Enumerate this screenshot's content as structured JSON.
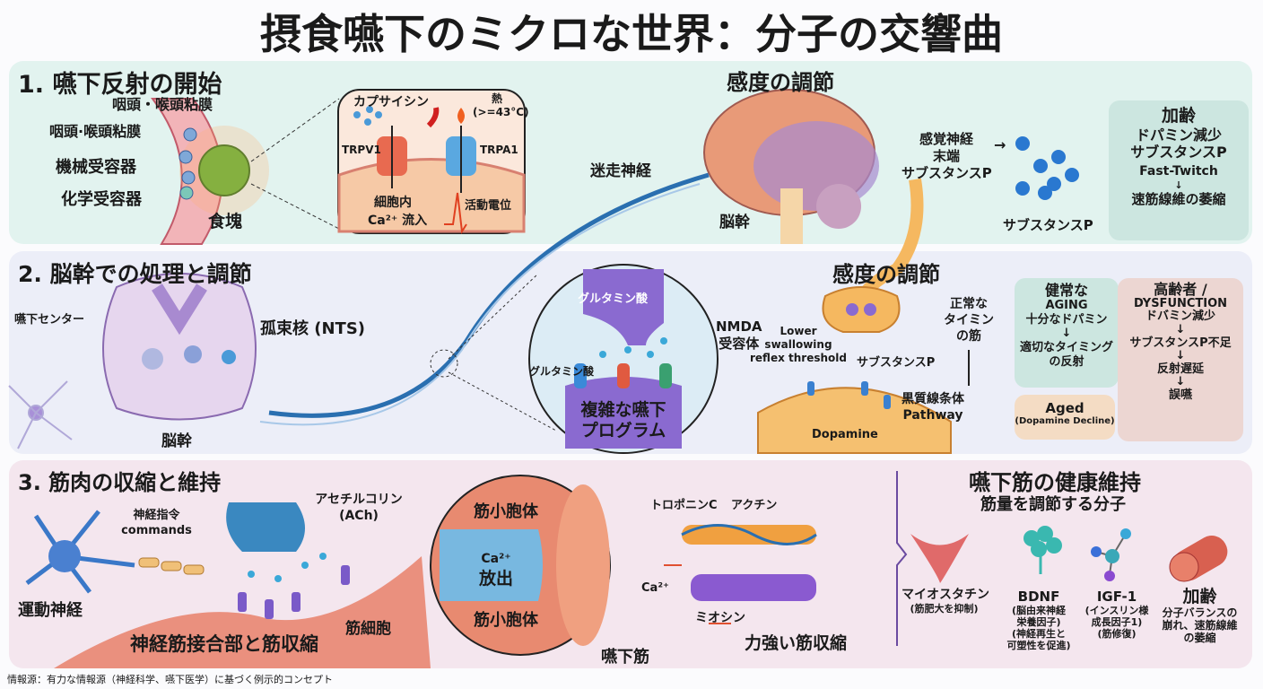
{
  "title": "摂食嚥下のミクロな世界：分子の交響曲",
  "section1": {
    "heading": "1. 嚥下反射の開始",
    "mucosa_top": "咽頭・喉頭粘膜",
    "mucosa": "咽頭·喉頭粘膜",
    "mechanoreceptor": "機械受容器",
    "chemoreceptor": "化学受容器",
    "bolus": "食塊",
    "inset": {
      "capsaicin": "カプサイシン",
      "heat": "熱",
      "heat_temp": "(>=43°C)",
      "trpv1": "TRPV1",
      "trpa1": "TRPA1",
      "intracellular": "細胞内",
      "ca_influx": "Ca²⁺ 流入",
      "action_potential": "活動電位"
    },
    "vagus": "迷走神経",
    "sensitivity_heading": "感度の調節",
    "brainstem": "脳幹",
    "sensory_nerve": "感覚神経",
    "terminal": "末端",
    "substance_p_label": "サブスタンスP",
    "substance_p_dots": "サブスタンスP",
    "aging_box": [
      "加齢",
      "ドパミン減少",
      "サブスタンスP",
      "Fast-Twitch",
      "↓",
      "速筋線維の萎縮"
    ]
  },
  "section2": {
    "heading": "2. 脳幹での処理と調節",
    "swallow_center": "嚥下センター",
    "nts": "孤束核 (NTS)",
    "brainstem": "脳幹",
    "glutamate_top": "グルタミン酸",
    "glutamate_left": "グルタミン酸",
    "nmda": [
      "NMDA",
      "受容体"
    ],
    "program": [
      "複雑な嚥下",
      "プログラム"
    ],
    "sensitivity_heading": "感度の調節",
    "threshold": [
      "Lower",
      "swallowing",
      "reflex threshold"
    ],
    "substance_p": "サブスタンスP",
    "normal_timing": [
      "正常な",
      "タイミン",
      "の筋"
    ],
    "pathway": [
      "黒質線条体",
      "Pathway"
    ],
    "dopamine": "Dopamine",
    "healthy_box": [
      "健常な",
      "AGING",
      "十分なドパミン",
      "↓",
      "適切なタイミング",
      "の反射"
    ],
    "aged_box": [
      "Aged",
      "(Dopamine Decline)"
    ],
    "elderly_box": [
      "高齢者 /",
      "DYSFUNCTION",
      "ドバミン減少",
      "↓",
      "サブスタンスP不足",
      "↓",
      "反射遅延",
      "↓",
      "誤嚥"
    ]
  },
  "section3": {
    "heading": "3. 筋肉の収縮と維持",
    "command": [
      "神経指令",
      "commands"
    ],
    "motor_nerve": "運動神経",
    "ach": [
      "アセチルコリン",
      "(ACh)"
    ],
    "muscle_cell": "筋細胞",
    "nmj": "神経筋接合部と筋収縮",
    "sr_top": "筋小胞体",
    "ca_release": [
      "Ca²⁺",
      "放出"
    ],
    "sr_bottom": "筋小胞体",
    "swallow_muscle": "嚥下筋",
    "ca": "Ca²⁺",
    "troponin": "トロポニンC",
    "actin": "アクチン",
    "myosin": "ミオシン",
    "contraction": "力強い筋収縮",
    "health_heading": "嚥下筋の健康維持",
    "health_sub": "筋量を調節する分子",
    "molecules": [
      {
        "name": "マイオスタチン",
        "desc": [
          "(筋肥大を抑制)"
        ]
      },
      {
        "name": "BDNF",
        "desc": [
          "(脳由来神経",
          "栄養因子)",
          "(神経再生と",
          "可塑性を促進)"
        ]
      },
      {
        "name": "IGF-1",
        "desc": [
          "(インスリン様",
          "成長因子1)",
          "(筋修復)"
        ]
      },
      {
        "name": "加齢",
        "desc": [
          "分子バランスの",
          "崩れ、速筋線維",
          "の萎縮"
        ]
      }
    ]
  },
  "footer": "情報源：有力な情報源（神経科学、嚥下医学）に基づく例示的コンセプト",
  "colors": {
    "panel1": "#e2f3ef",
    "panel2": "#eceef8",
    "panel3": "#f4e6ee",
    "nerve": "#2a6fb0",
    "bolus": "#4fae2c"
  }
}
